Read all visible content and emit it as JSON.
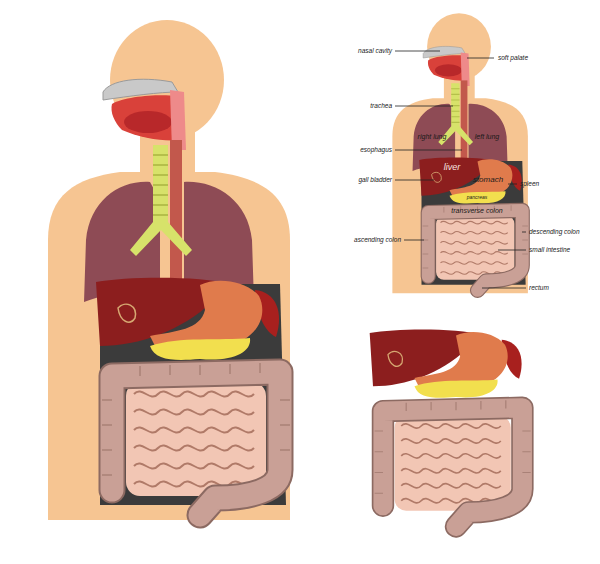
{
  "diagram": {
    "labels": [
      "nasal cavity",
      "soft palate",
      "trachea",
      "right lung",
      "left lung",
      "esophagus",
      "liver",
      "stomach",
      "spleen",
      "gall bladder",
      "pancreas",
      "transverse colon",
      "ascending colon",
      "descending colon",
      "small intestine",
      "rectum"
    ]
  }
}
